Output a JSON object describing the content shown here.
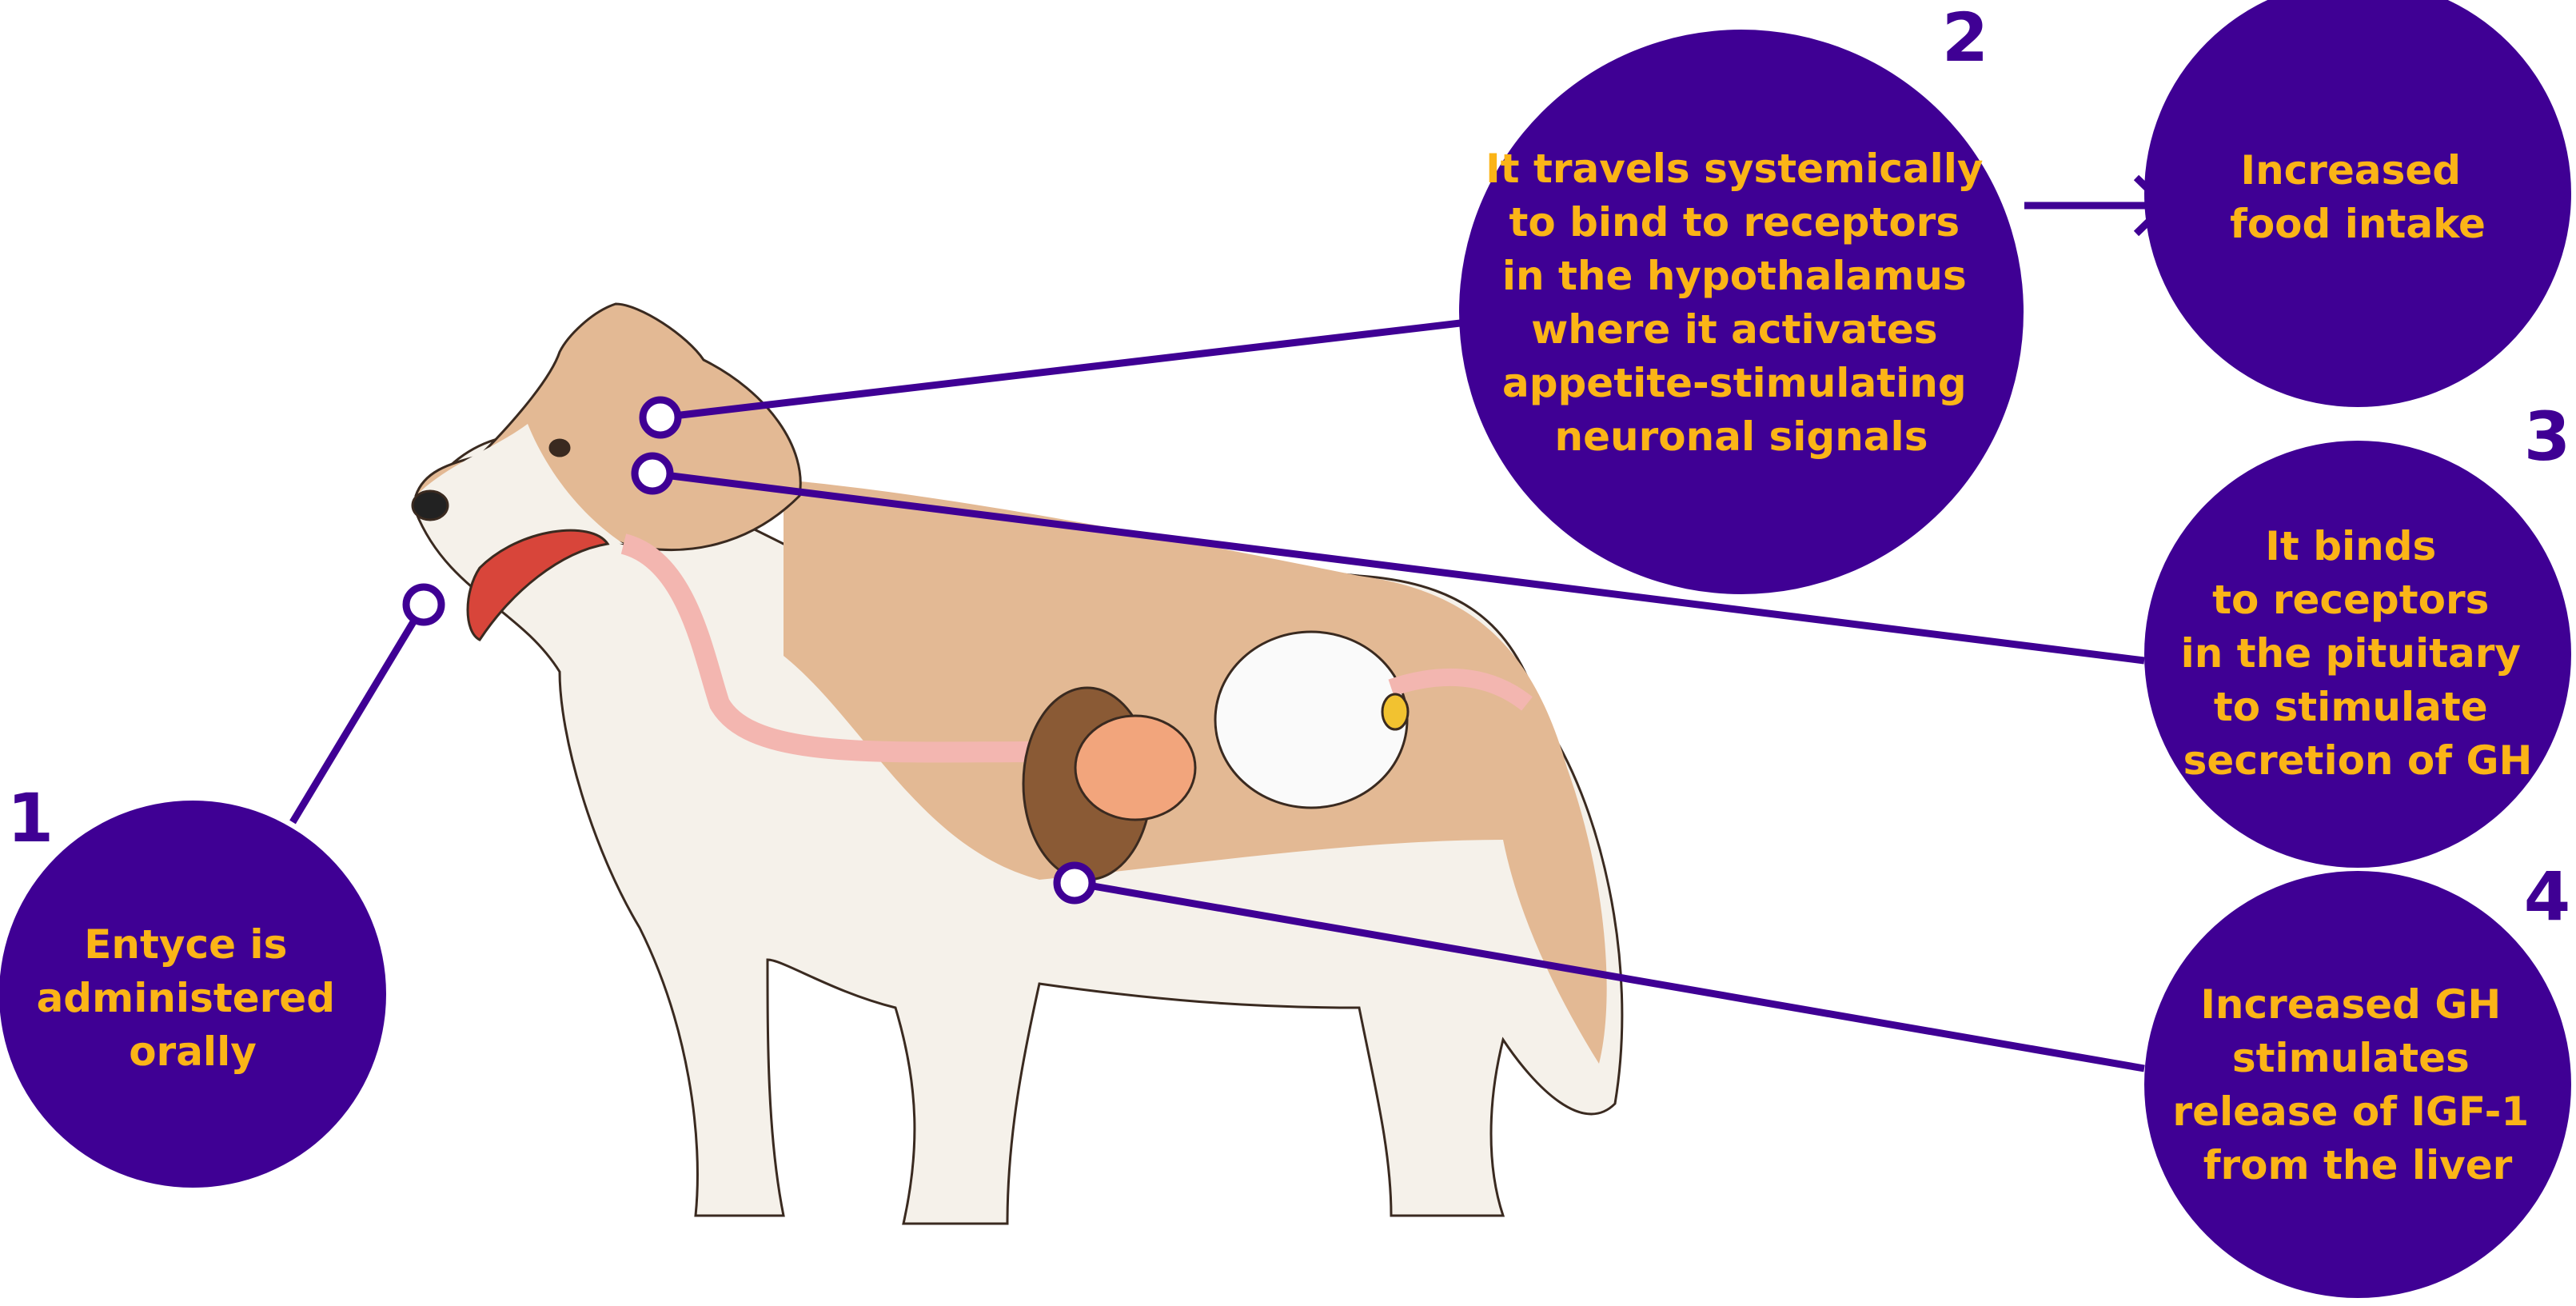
{
  "colors": {
    "purple": "#3f0094",
    "yellow": "#fbb417",
    "fur_tan": "#e3b994",
    "fur_white": "#f5f1ea"
  },
  "steps": [
    {
      "number": "1",
      "lines": [
        "Entyce is",
        "administered",
        "orally"
      ]
    },
    {
      "number": "2",
      "lines": [
        "It travels systemically",
        "to bind to receptors",
        "in the hypothalamus",
        "where it activates",
        "appetite-stimulating",
        "neuronal signals"
      ]
    },
    {
      "number": "",
      "lines": [
        "Increased",
        "food intake"
      ]
    },
    {
      "number": "3",
      "lines": [
        "It binds",
        "to receptors",
        "in the pituitary",
        "to stimulate",
        "secretion of GH"
      ]
    },
    {
      "number": "4",
      "lines": [
        "Increased GH",
        "stimulates",
        "release of IGF-1",
        "from the liver"
      ]
    }
  ]
}
